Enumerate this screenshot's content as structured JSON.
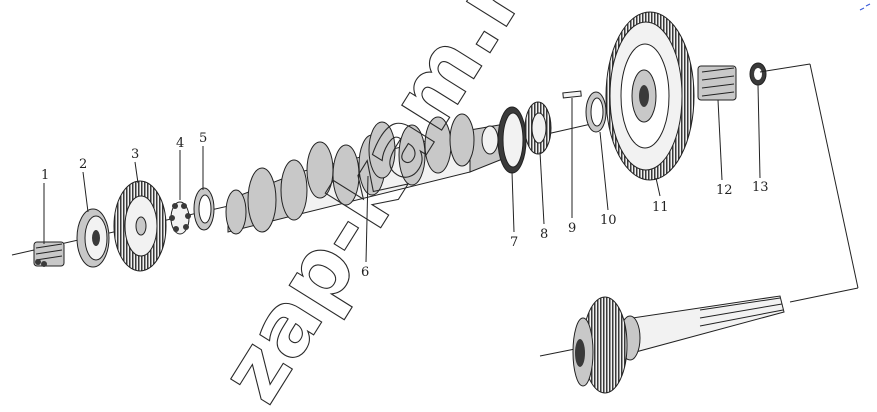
{
  "watermark": "zap-kam.ru",
  "callouts": [
    "1",
    "2",
    "3",
    "4",
    "5",
    "6",
    "7",
    "8",
    "9",
    "10",
    "11",
    "12",
    "13"
  ],
  "colors": {
    "ink": "#222222",
    "fill_light": "#f2f2f2",
    "fill_mid": "#c8c8c8",
    "fill_dark": "#3a3a3a",
    "mark": "#3a5bd9"
  }
}
